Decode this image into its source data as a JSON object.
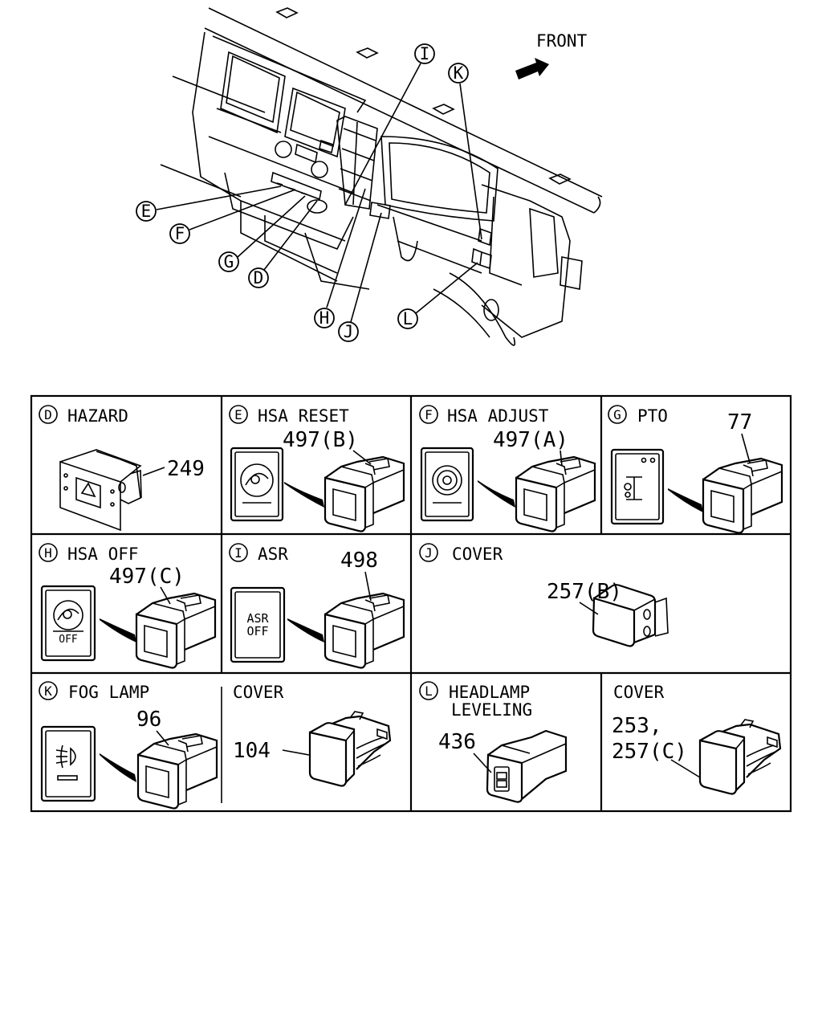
{
  "overview": {
    "front_label": "FRONT",
    "callouts": [
      "E",
      "F",
      "G",
      "D",
      "H",
      "J",
      "L",
      "I",
      "K"
    ]
  },
  "panels": {
    "D": {
      "letter": "D",
      "title": "HAZARD",
      "part": "249"
    },
    "E": {
      "letter": "E",
      "title": "HSA RESET",
      "part": "497(B)"
    },
    "F": {
      "letter": "F",
      "title": "HSA ADJUST",
      "part": "497(A)"
    },
    "G": {
      "letter": "G",
      "title": "PTO",
      "part": "77"
    },
    "H": {
      "letter": "H",
      "title": "HSA OFF",
      "part": "497(C)",
      "face_text": "OFF"
    },
    "I": {
      "letter": "I",
      "title": "ASR",
      "part": "498",
      "face_text_1": "ASR",
      "face_text_2": "OFF"
    },
    "J": {
      "letter": "J",
      "title": "COVER",
      "part": "257(B)"
    },
    "K": {
      "letter": "K",
      "title": "FOG LAMP",
      "part": "96",
      "cover_title": "COVER",
      "cover_part": "104"
    },
    "L": {
      "letter": "L",
      "title_1": "HEADLAMP",
      "title_2": "LEVELING",
      "part": "436",
      "cover_title": "COVER",
      "cover_part_1": "253,",
      "cover_part_2": "257(C)"
    }
  }
}
